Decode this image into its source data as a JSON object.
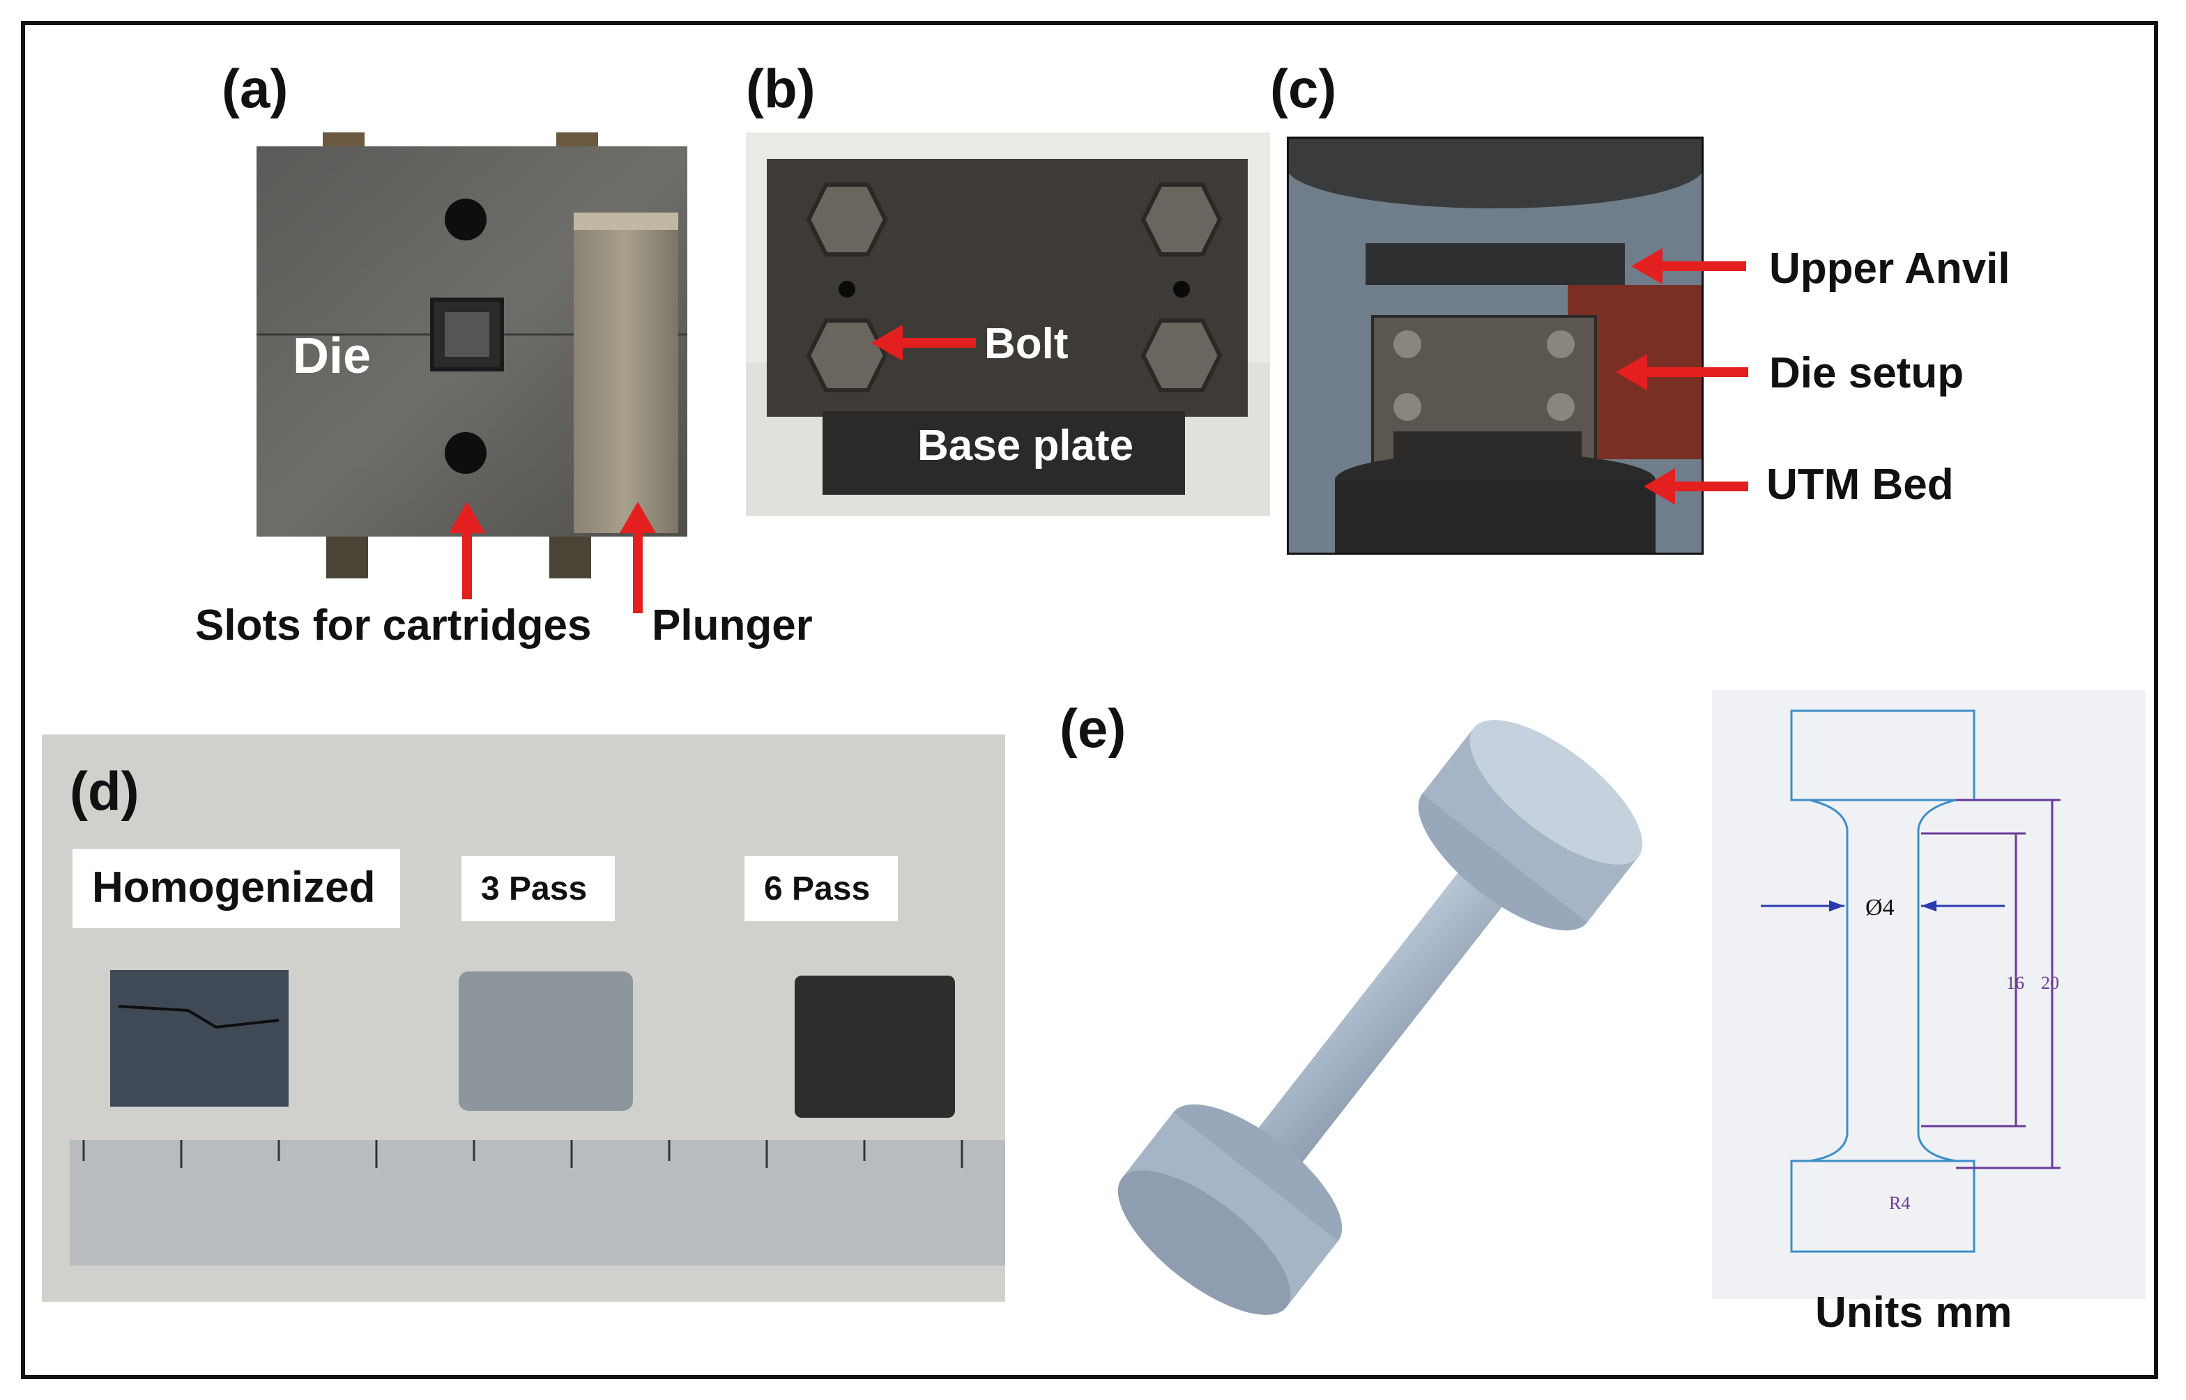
{
  "panels": {
    "a": {
      "letter": "(a)",
      "die_label": "Die",
      "slots_label": "Slots for cartridges",
      "plunger_label": "Plunger"
    },
    "b": {
      "letter": "(b)",
      "bolt_label": "Bolt",
      "base_label": "Base plate"
    },
    "c": {
      "letter": "(c)",
      "upper_anvil_label": "Upper Anvil",
      "die_setup_label": "Die setup",
      "utm_bed_label": "UTM Bed"
    },
    "d": {
      "letter": "(d)",
      "samples": [
        "Homogenized",
        "3 Pass",
        "6 Pass"
      ]
    },
    "e": {
      "letter": "(e)",
      "dim_diameter": "Ø4",
      "dim_gauge": "16",
      "dim_total": "20",
      "dim_radius": "R4",
      "units_label": "Units mm"
    }
  },
  "colors": {
    "arrow": "#e41f1f",
    "dimension": "#6a3a9a",
    "specimen": "#a9b9c8"
  }
}
